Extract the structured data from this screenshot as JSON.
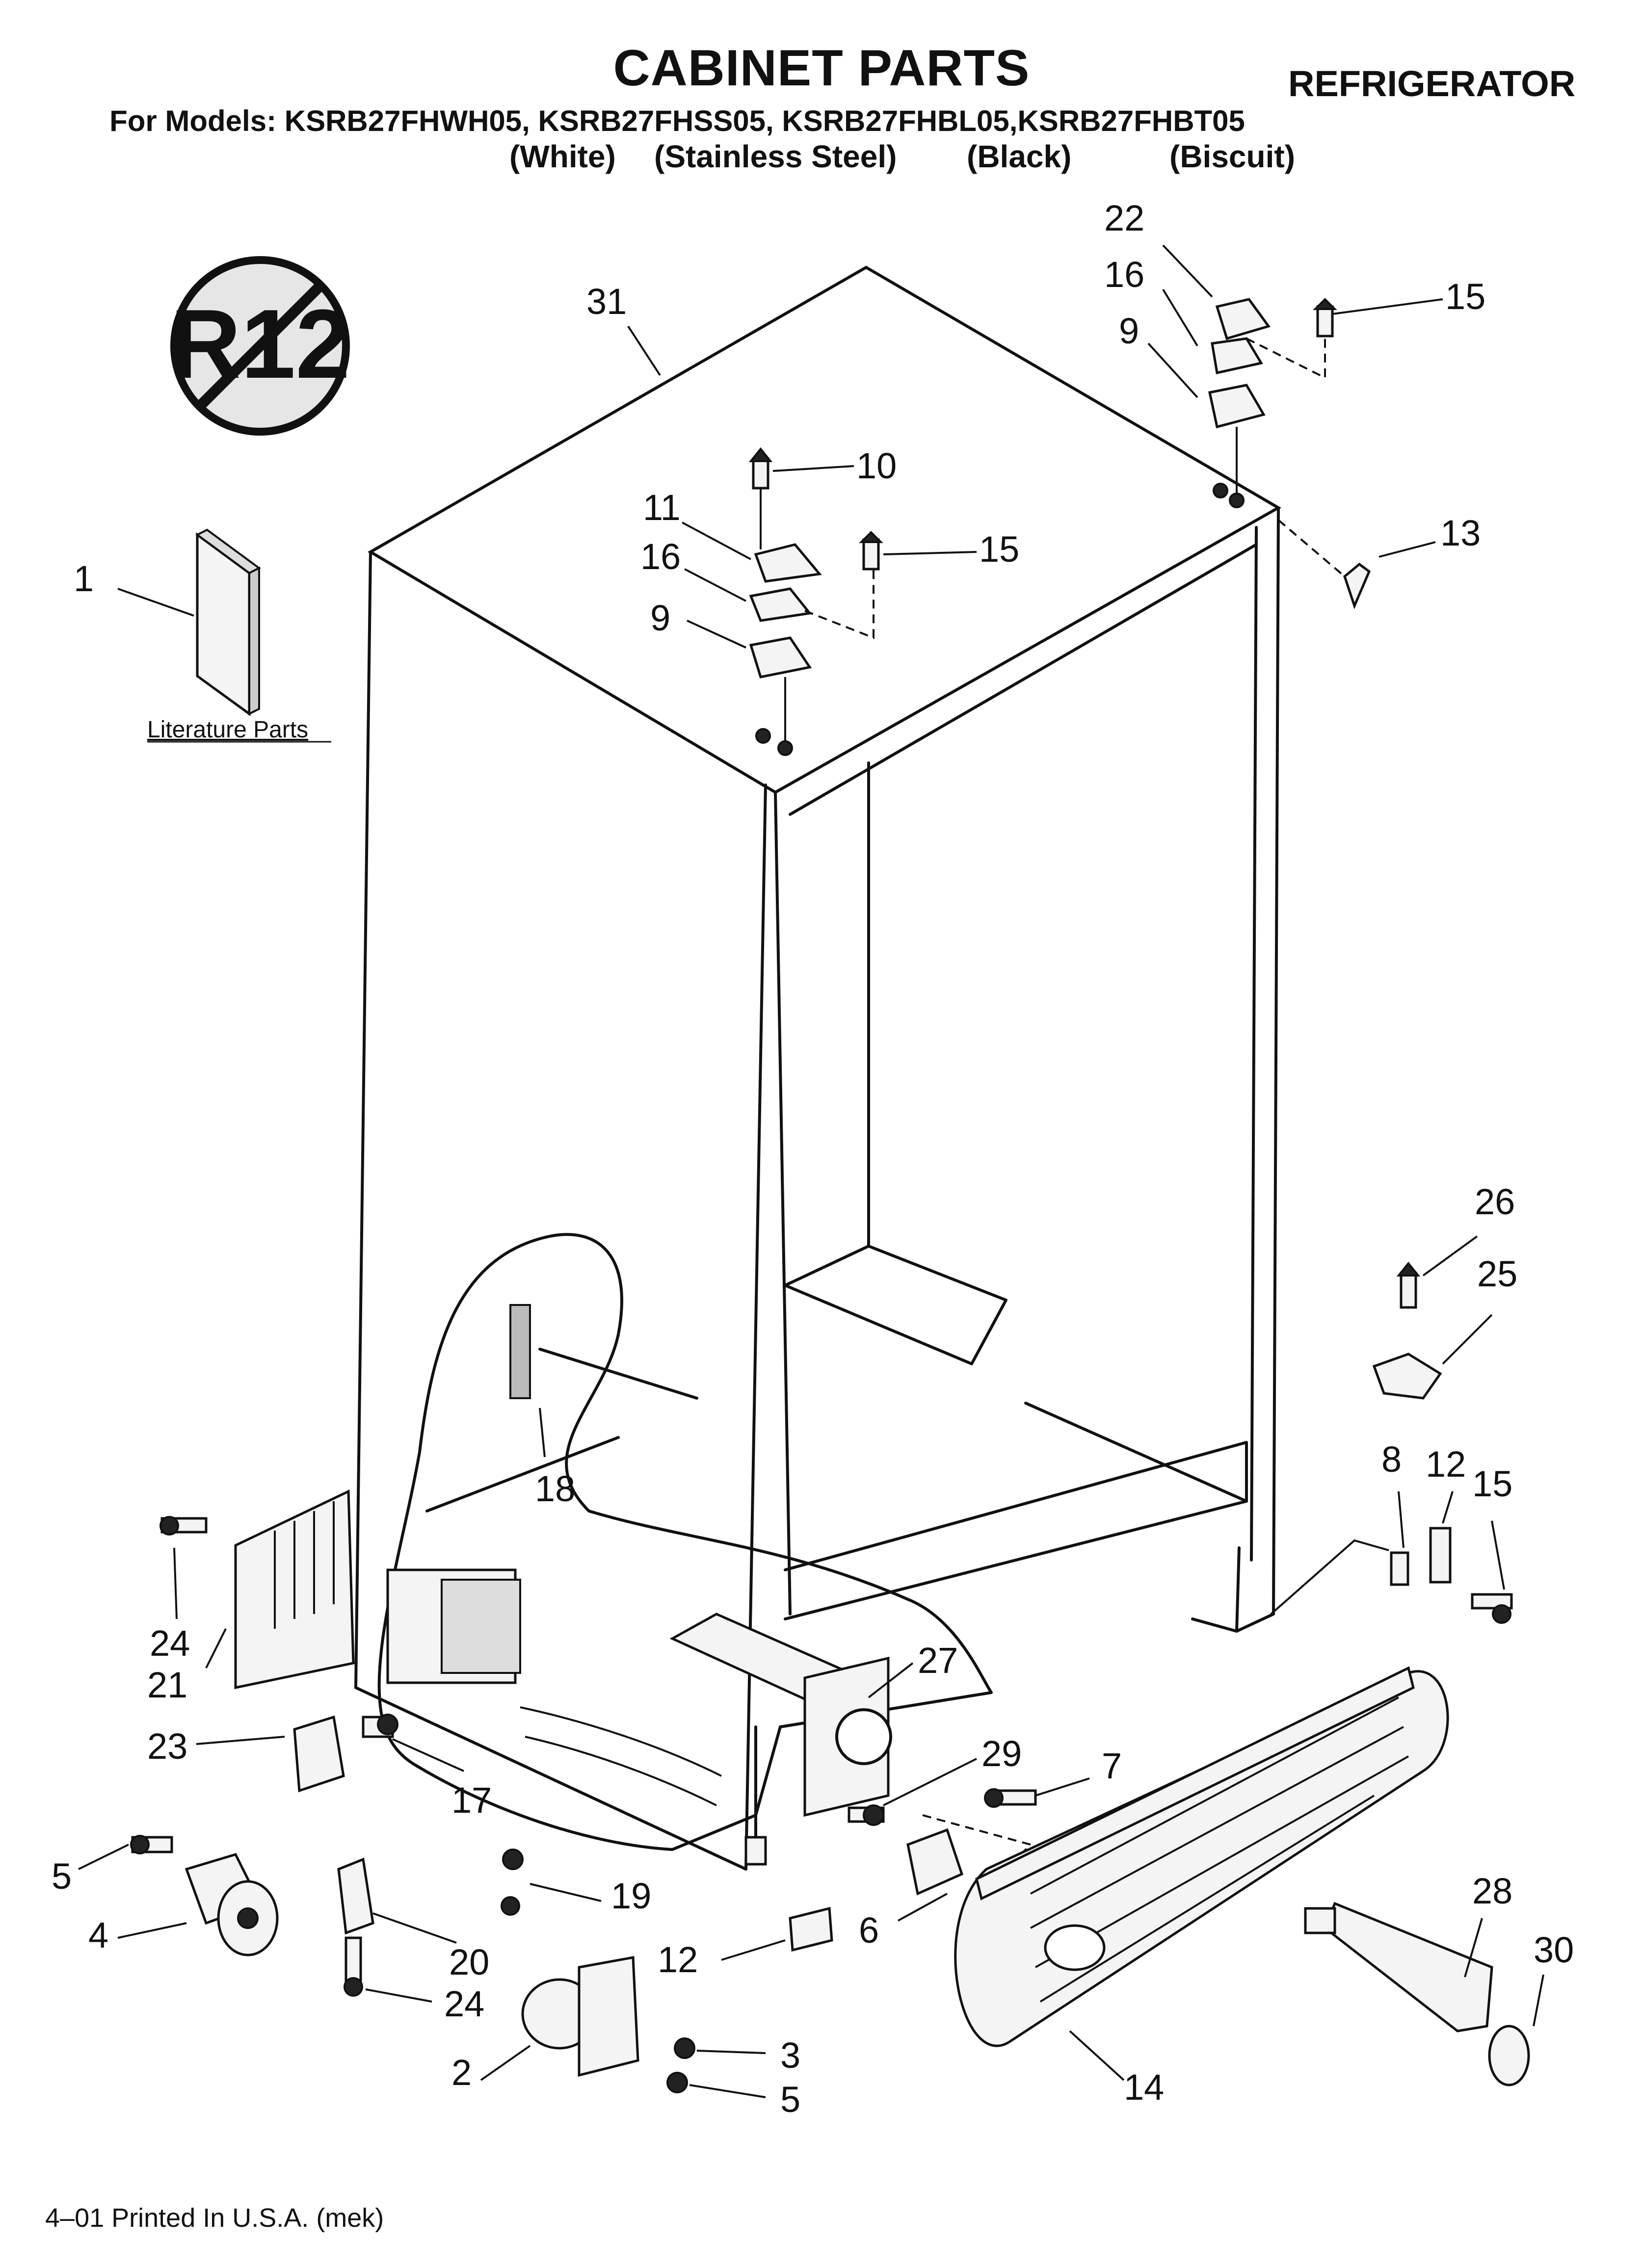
{
  "title": "CABINET PARTS",
  "category": "REFRIGERATOR",
  "models_line": "For Models: KSRB27FHWH05, KSRB27FHSS05, KSRB27FHBL05,KSRB27FHBT05",
  "variants": [
    "(White)",
    "(Stainless Steel)",
    "(Black)",
    "(Biscuit)"
  ],
  "symbol_text": "R12",
  "literature_label": "Literature Parts",
  "footer": "4–01 Printed In U.S.A. (mek)",
  "callouts": [
    "22",
    "16",
    "15",
    "9",
    "31",
    "10",
    "11",
    "15",
    "16",
    "9",
    "1",
    "13",
    "26",
    "25",
    "8",
    "12",
    "15",
    "18",
    "24",
    "21",
    "27",
    "23",
    "29",
    "7",
    "17",
    "5",
    "19",
    "4",
    "20",
    "6",
    "28",
    "12",
    "30",
    "24",
    "2",
    "3",
    "14",
    "5"
  ]
}
